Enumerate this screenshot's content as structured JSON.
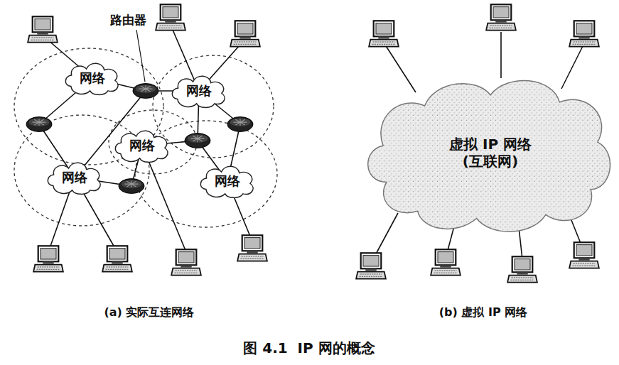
{
  "diagram": {
    "caption": "图 4.1  IP 网的概念",
    "nodes": [
      {
        "text": [
          "网络"
        ]
      },
      {
        "text": [
          "网络"
        ]
      },
      {
        "text": [
          "网络"
        ]
      },
      {
        "text": [
          "网络"
        ]
      },
      {
        "text": [
          "网络"
        ]
      },
      {
        "text": [
          "虚拟 IP 网络 (互联网)"
        ]
      }
    ],
    "labels": [
      "路由器",
      "(a) 实际互连网络",
      "(b) 虚拟 IP 网络"
    ]
  }
}
